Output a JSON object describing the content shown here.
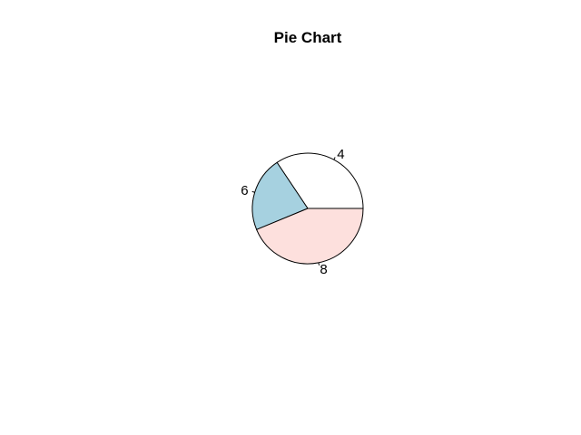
{
  "chart_data": {
    "type": "pie",
    "title": "Pie Chart",
    "slices": [
      {
        "label": "4",
        "value": 11,
        "color": "#ffffff"
      },
      {
        "label": "6",
        "value": 7,
        "color": "#a6d1e0"
      },
      {
        "label": "8",
        "value": 14,
        "color": "#fde0dd"
      }
    ]
  }
}
